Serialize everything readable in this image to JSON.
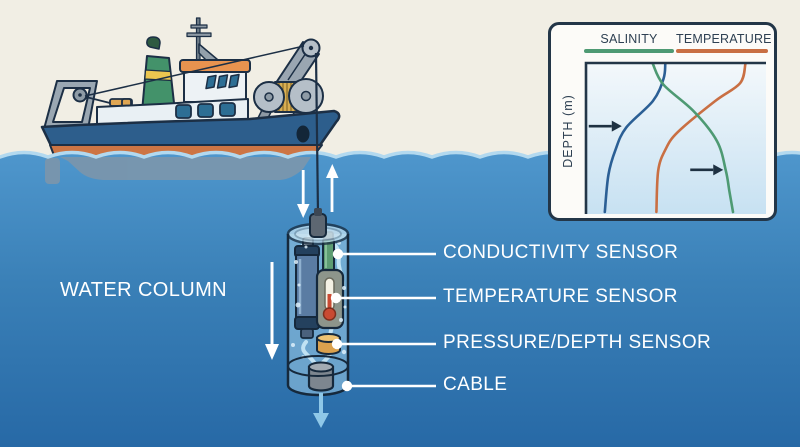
{
  "diagram": {
    "water_column_label": "WATER COLUMN",
    "callouts": [
      {
        "id": "conductivity",
        "label": "CONDUCTIVITY SENSOR"
      },
      {
        "id": "temperature",
        "label": "TEMPERATURE SENSOR"
      },
      {
        "id": "pressure",
        "label": "PRESSURE/DEPTH SENSOR"
      },
      {
        "id": "cable",
        "label": "CABLE"
      }
    ]
  },
  "chart_data": {
    "type": "line",
    "title": "",
    "xlabel": "",
    "ylabel": "DEPTH (m)",
    "orientation": "oceanographic profile; depth increases downward; no tick labels shown",
    "grid": false,
    "legend_position": "top",
    "axes_frame": "top and left axis lines only",
    "series": [
      {
        "name": "SALINITY",
        "color": "#4e9a73",
        "points_value_depth_pct": [
          [
            37,
            0
          ],
          [
            43,
            14
          ],
          [
            60,
            32
          ],
          [
            73,
            52
          ],
          [
            78,
            72
          ],
          [
            80,
            86
          ],
          [
            82,
            100
          ]
        ]
      },
      {
        "name": "TEMPERATURE",
        "color": "#c96f43",
        "points_value_depth_pct": [
          [
            89,
            0
          ],
          [
            86,
            13
          ],
          [
            72,
            25
          ],
          [
            51,
            46
          ],
          [
            44,
            58
          ],
          [
            40,
            72
          ],
          [
            39,
            100
          ]
        ]
      },
      {
        "name": "(unlabeled profile)",
        "color": "#2b5f95",
        "points_value_depth_pct": [
          [
            44,
            0
          ],
          [
            43,
            10
          ],
          [
            37,
            25
          ],
          [
            22,
            43
          ],
          [
            16,
            58
          ],
          [
            12,
            75
          ],
          [
            10,
            100
          ]
        ]
      }
    ],
    "annotations": [
      {
        "type": "arrow-right",
        "value_pct": 1,
        "depth_pct": 42
      },
      {
        "type": "arrow-right",
        "value_pct": 58,
        "depth_pct": 71.5
      }
    ]
  },
  "colors": {
    "sky": "#f1eee4",
    "water_top": "#4f97cd",
    "water_bottom": "#2769a6",
    "wave_highlight": "#b3d9ef",
    "hull": "#2d5e8c",
    "hull_stripe": "#cd7544",
    "funnel": "#43926a",
    "outline": "#1c2f45",
    "label_text": "#ffffff",
    "chart_border": "#233648",
    "salinity_green": "#4e9a73",
    "temperature_orange": "#c96f43",
    "profile_blue": "#2b5f95"
  }
}
